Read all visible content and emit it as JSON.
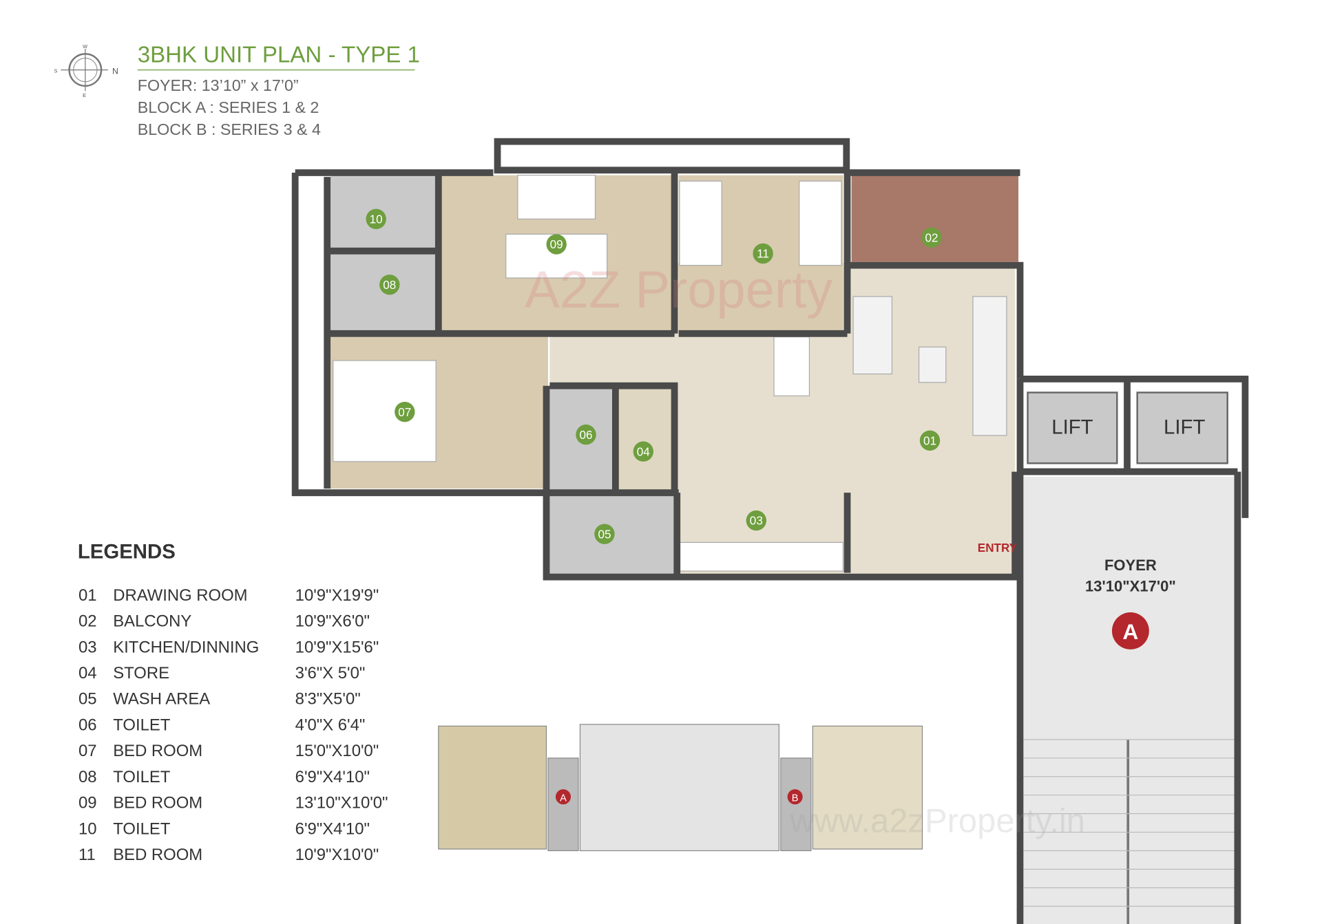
{
  "header": {
    "title": "3BHK UNIT PLAN - TYPE 1",
    "lines": [
      "FOYER: 13’10” x 17’0”",
      "BLOCK A : SERIES 1 & 2",
      "BLOCK B : SERIES 3 & 4"
    ],
    "compass": {
      "n": "N",
      "s": "S",
      "e": "E",
      "w": "W"
    }
  },
  "legend": {
    "heading": "LEGENDS",
    "rows": [
      {
        "no": "01",
        "name": "DRAWING ROOM",
        "size": "10'9\"X19'9\""
      },
      {
        "no": "02",
        "name": "BALCONY",
        "size": "10'9\"X6'0\""
      },
      {
        "no": "03",
        "name": "KITCHEN/DINNING",
        "size": "10'9\"X15'6\""
      },
      {
        "no": "04",
        "name": "STORE",
        "size": "3'6\"X 5'0\""
      },
      {
        "no": "05",
        "name": "WASH AREA",
        "size": "8'3\"X5'0\""
      },
      {
        "no": "06",
        "name": "TOILET",
        "size": "4'0\"X 6'4\""
      },
      {
        "no": "07",
        "name": "BED ROOM",
        "size": "15'0\"X10'0\""
      },
      {
        "no": "08",
        "name": "TOILET",
        "size": "6'9\"X4'10\""
      },
      {
        "no": "09",
        "name": "BED ROOM",
        "size": "13'10\"X10'0\""
      },
      {
        "no": "10",
        "name": "TOILET",
        "size": "6'9\"X4'10\""
      },
      {
        "no": "11",
        "name": "BED ROOM",
        "size": "10'9\"X10'0\""
      }
    ]
  },
  "plan": {
    "lift_label": "LIFT",
    "foyer_label": "FOYER",
    "foyer_size": "13'10\"X17'0\"",
    "block_marker": "A",
    "entry_label": "ENTRY",
    "key_plan_markers": [
      "A",
      "B"
    ]
  },
  "watermarks": [
    "A2Z Property",
    "www.a2zProperty.in"
  ],
  "colors": {
    "accent_green": "#6e9e3e",
    "marker_red": "#b3272d",
    "wall": "#4a4a4a",
    "tile": "#c9c9c9",
    "wood": "#d8cbb0",
    "floor": "#e6dfcf",
    "balcony": "#a87868"
  }
}
